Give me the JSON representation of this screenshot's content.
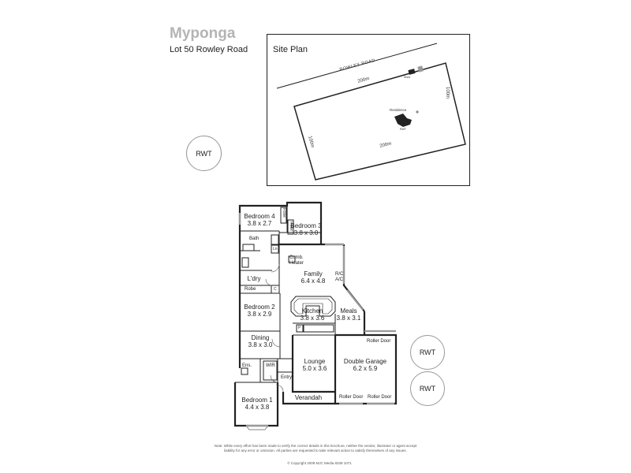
{
  "header": {
    "title": "Myponga",
    "address": "Lot 50 Rowley Road"
  },
  "site_plan": {
    "title": "Site Plan",
    "road_label": "ROWLEY ROAD",
    "top_dimension": "200m",
    "bottom_dimension": "200m",
    "right_dimension": "100m",
    "left_dimension": "100m",
    "residence_label": "Residence",
    "rwt_tiny": "RWT",
    "shed_label": "Shed"
  },
  "tanks": {
    "left": "RWT",
    "right_top": "RWT",
    "right_bottom": "RWT"
  },
  "rooms": {
    "bedroom4": {
      "name": "Bedroom 4",
      "size": "3.8 x 2.7"
    },
    "bedroom3": {
      "name": "Bedroom 3",
      "size": "3.8 x 3.0"
    },
    "bath": {
      "name": "Bath"
    },
    "family": {
      "name": "Family",
      "size": "6.4 x 4.8"
    },
    "ldry": {
      "name": "L'dry"
    },
    "bedroom2": {
      "name": "Bedroom 2",
      "size": "3.8 x 2.9"
    },
    "kitchen": {
      "name": "Kitchen",
      "size": "3.8 x 3.6"
    },
    "meals": {
      "name": "Meals",
      "size": "3.8 x 3.1"
    },
    "dining": {
      "name": "Dining",
      "size": "3.8 x 3.0"
    },
    "lounge": {
      "name": "Lounge",
      "size": "5.0 x 3.6"
    },
    "garage": {
      "name": "Double Garage",
      "size": "6.2 x 5.9"
    },
    "bedroom1": {
      "name": "Bedroom 1",
      "size": "4.4 x 3.8"
    },
    "verandah": {
      "name": "Verandah"
    }
  },
  "fixtures": {
    "robe_b4": "Robe",
    "robe_b3": "Robe",
    "ln": "Ln",
    "robe_b2": "Robe",
    "c": "C",
    "comb_heater_1": "Comb.",
    "comb_heater_2": "Heater",
    "rc_ac_1": "R/C",
    "rc_ac_2": "A/C",
    "pantry": "P",
    "roller_door_top": "Roller Door",
    "roller_door_left": "Roller Door",
    "roller_door_right": "Roller Door",
    "ens": "Ens.",
    "wir": "WIR",
    "entry": "Entry"
  },
  "footer": {
    "note": "Note: While every effort has been made to verify the correct details in this brochure, neither the vendor, illustrator or agent accept liability for any error or omission. All parties are requested to take relevant action to satisfy themselves of any issues.",
    "copyright": "© Copyright 2009 MJC Media 8339 1071"
  },
  "colors": {
    "title_gray": "#b4b4b4",
    "line": "#222222",
    "window_gray": "#9a9a9a"
  }
}
